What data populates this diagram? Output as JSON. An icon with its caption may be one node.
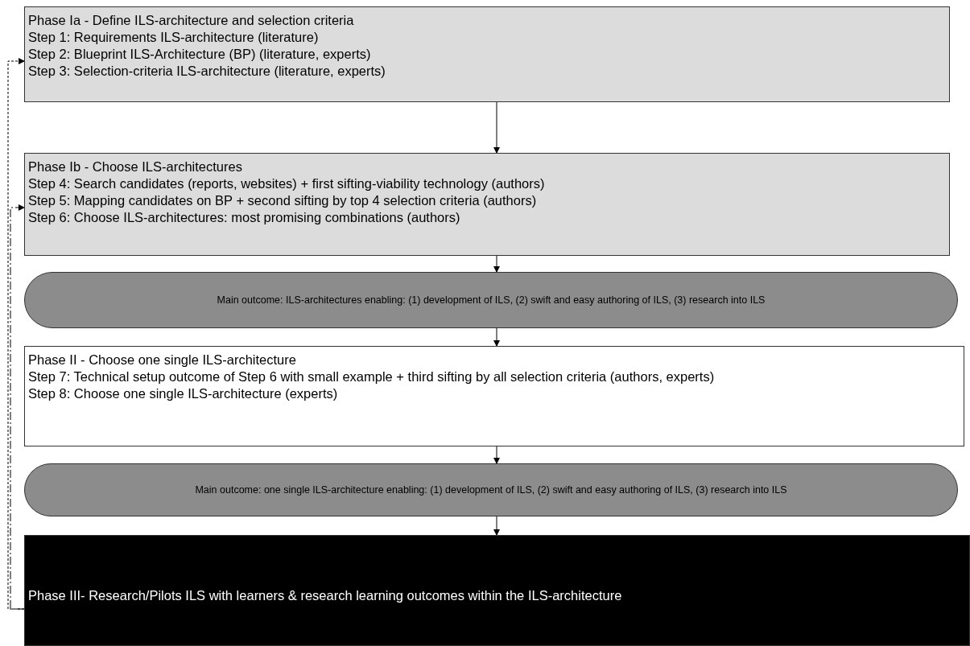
{
  "diagram": {
    "nodes": [
      {
        "text": [
          "Phase Ia - Define ILS-architecture and selection criteria",
          "Step 1: Requirements ILS-architecture (literature)",
          "Step 2: Blueprint ILS-Architecture (BP) (literature, experts)",
          "Step 3: Selection-criteria ILS-architecture (literature, experts)"
        ]
      },
      {
        "text": [
          "Phase Ib - Choose ILS-architectures",
          "Step 4: Search candidates (reports, websites) + first sifting-viability technology (authors)",
          "Step 5: Mapping candidates on BP + second sifting by top 4 selection criteria (authors)",
          "Step 6: Choose ILS-architectures: most promising combinations (authors)"
        ]
      },
      {
        "text": [
          "Main outcome: ILS-architectures enabling: (1) development of ILS, (2) swift and easy authoring of ILS, (3) research into ILS"
        ]
      },
      {
        "text": [
          "Phase II - Choose one single ILS-architecture",
          "Step 7: Technical setup outcome of Step 6 with small example + third sifting by all selection criteria (authors, experts)",
          "Step 8: Choose one single ILS-architecture (experts)"
        ]
      },
      {
        "text": [
          "Main outcome: one single ILS-architecture enabling: (1) development of ILS, (2) swift and easy authoring of ILS, (3) research into ILS"
        ]
      },
      {
        "text": [
          "Phase III- Research/Pilots ILS with learners & research learning outcomes within the ILS-architecture"
        ]
      }
    ],
    "edges": [
      {
        "from": 0,
        "to": 1,
        "arrow": "to"
      },
      {
        "from": 1,
        "to": 2,
        "arrow": "to"
      },
      {
        "from": 2,
        "to": 3,
        "arrow": "to"
      },
      {
        "from": 3,
        "to": 4,
        "arrow": "to"
      },
      {
        "from": 4,
        "to": 5,
        "arrow": "to"
      },
      {
        "from": 5,
        "to": 0,
        "arrow": "to",
        "style": "dashed"
      },
      {
        "from": 5,
        "to": 1,
        "arrow": "to",
        "style": "dashed"
      }
    ]
  }
}
